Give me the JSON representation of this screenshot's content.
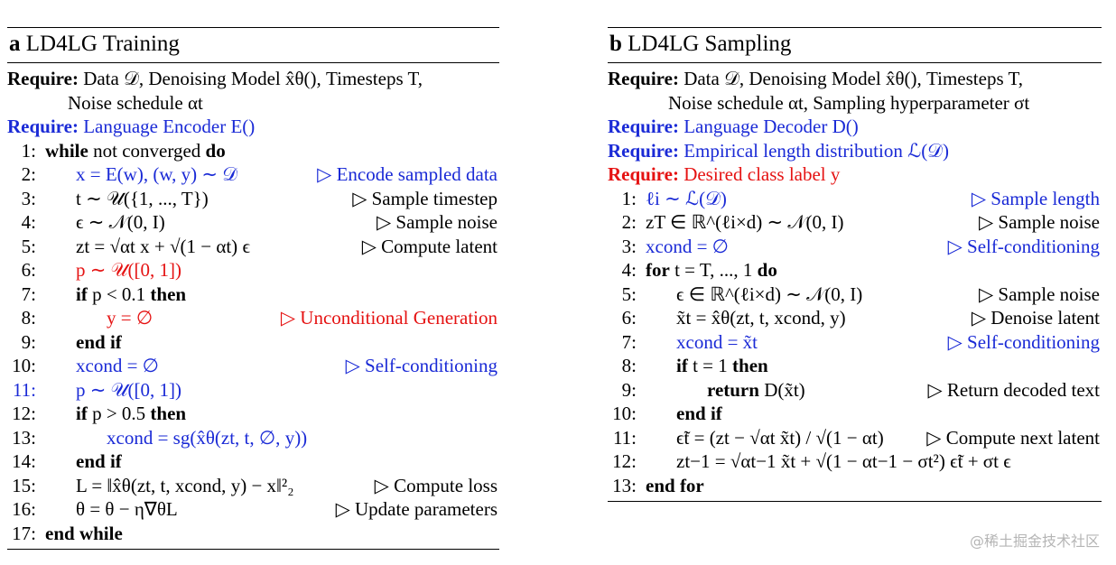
{
  "left": {
    "label": "a",
    "title": "LD4LG Training",
    "requires": [
      {
        "kw": "Require:",
        "text": "Data 𝒟, Denoising Model x̂θ(), Timesteps T,",
        "cont": "Noise schedule αt",
        "color": "black"
      },
      {
        "kw": "Require:",
        "text": "Language Encoder E()",
        "cont": "",
        "color": "blue"
      }
    ],
    "lines": [
      {
        "n": "1:",
        "indent": 0,
        "code": "while not converged do",
        "comment": "",
        "color": "black"
      },
      {
        "n": "2:",
        "indent": 1,
        "code": "x = E(w), (w, y) ∼ 𝒟",
        "comment": "▷ Encode sampled data",
        "color": "blue"
      },
      {
        "n": "3:",
        "indent": 1,
        "code": "t ∼ 𝒰({1, ..., T})",
        "comment": "▷ Sample timestep",
        "color": "black"
      },
      {
        "n": "4:",
        "indent": 1,
        "code": "ϵ ∼ 𝒩(0, I)",
        "comment": "▷ Sample noise",
        "color": "black"
      },
      {
        "n": "5:",
        "indent": 1,
        "code": "zt = √αt x + √(1 − αt) ϵ",
        "comment": "▷ Compute latent",
        "color": "black"
      },
      {
        "n": "6:",
        "indent": 1,
        "code": "p ∼ 𝒰([0, 1])",
        "comment": "",
        "color": "red"
      },
      {
        "n": "7:",
        "indent": 1,
        "code": "if p < 0.1 then",
        "comment": "",
        "color": "black"
      },
      {
        "n": "8:",
        "indent": 2,
        "code": "y = ∅",
        "comment": "▷ Unconditional Generation",
        "color": "red"
      },
      {
        "n": "9:",
        "indent": 1,
        "code": "end if",
        "comment": "",
        "color": "black"
      },
      {
        "n": "10:",
        "indent": 1,
        "code": "xcond = ∅",
        "comment": "▷ Self-conditioning",
        "color": "blue"
      },
      {
        "n": "11:",
        "indent": 1,
        "code": "p ∼ 𝒰([0, 1])",
        "comment": "",
        "color": "blue"
      },
      {
        "n": "12:",
        "indent": 1,
        "code": "if p > 0.5 then",
        "comment": "",
        "color": "black"
      },
      {
        "n": "13:",
        "indent": 2,
        "code": "xcond = sg(x̂θ(zt, t, ∅, y))",
        "comment": "",
        "color": "blue"
      },
      {
        "n": "14:",
        "indent": 1,
        "code": "end if",
        "comment": "",
        "color": "black"
      },
      {
        "n": "15:",
        "indent": 1,
        "code": "L = ‖x̂θ(zt, t, xcond, y) − x‖²₂",
        "comment": "▷ Compute loss",
        "color": "black"
      },
      {
        "n": "16:",
        "indent": 1,
        "code": "θ = θ − η∇θL",
        "comment": "▷ Update parameters",
        "color": "black"
      },
      {
        "n": "17:",
        "indent": 0,
        "code": "end while",
        "comment": "",
        "color": "black"
      }
    ]
  },
  "right": {
    "label": "b",
    "title": "LD4LG Sampling",
    "requires": [
      {
        "kw": "Require:",
        "text": "Data 𝒟, Denoising Model x̂θ(), Timesteps T,",
        "cont": "Noise schedule αt, Sampling hyperparameter σt",
        "color": "black"
      },
      {
        "kw": "Require:",
        "text": "Language Decoder D()",
        "cont": "",
        "color": "blue"
      },
      {
        "kw": "Require:",
        "text": "Empirical length distribution ℒ(𝒟)",
        "cont": "",
        "color": "blue"
      },
      {
        "kw": "Require:",
        "text": "Desired class label y",
        "cont": "",
        "color": "red"
      }
    ],
    "lines": [
      {
        "n": "1:",
        "indent": 0,
        "code": "ℓi ∼ ℒ(𝒟)",
        "comment": "▷ Sample length",
        "color": "blue"
      },
      {
        "n": "2:",
        "indent": 0,
        "code": "zT ∈ ℝ^(ℓi×d) ∼ 𝒩(0, I)",
        "comment": "▷ Sample noise",
        "color": "black"
      },
      {
        "n": "3:",
        "indent": 0,
        "code": "xcond = ∅",
        "comment": "▷ Self-conditioning",
        "color": "blue"
      },
      {
        "n": "4:",
        "indent": 0,
        "code": "for t = T, ..., 1 do",
        "comment": "",
        "color": "black"
      },
      {
        "n": "5:",
        "indent": 1,
        "code": "ϵ ∈ ℝ^(ℓi×d) ∼ 𝒩(0, I)",
        "comment": "▷ Sample noise",
        "color": "black"
      },
      {
        "n": "6:",
        "indent": 1,
        "code": "x̃t = x̂θ(zt, t, xcond, y)",
        "comment": "▷ Denoise latent",
        "color": "black"
      },
      {
        "n": "7:",
        "indent": 1,
        "code": "xcond = x̃t",
        "comment": "▷ Self-conditioning",
        "color": "blue"
      },
      {
        "n": "8:",
        "indent": 1,
        "code": "if t = 1 then",
        "comment": "",
        "color": "black"
      },
      {
        "n": "9:",
        "indent": 2,
        "code": "return D(x̃t)",
        "comment": "▷ Return decoded text",
        "color": "black"
      },
      {
        "n": "10:",
        "indent": 1,
        "code": "end if",
        "comment": "",
        "color": "black"
      },
      {
        "n": "11:",
        "indent": 1,
        "code": "ϵ̃t = (zt − √αt x̃t) / √(1 − αt)",
        "comment": "▷ Compute next latent",
        "color": "black"
      },
      {
        "n": "12:",
        "indent": 1,
        "code": "zt−1 = √αt−1 x̃t + √(1 − αt−1 − σt²) ϵ̃t + σt ϵ",
        "comment": "",
        "color": "black"
      },
      {
        "n": "13:",
        "indent": 0,
        "code": "end for",
        "comment": "",
        "color": "black"
      }
    ]
  },
  "watermark": "@稀土掘金技术社区"
}
